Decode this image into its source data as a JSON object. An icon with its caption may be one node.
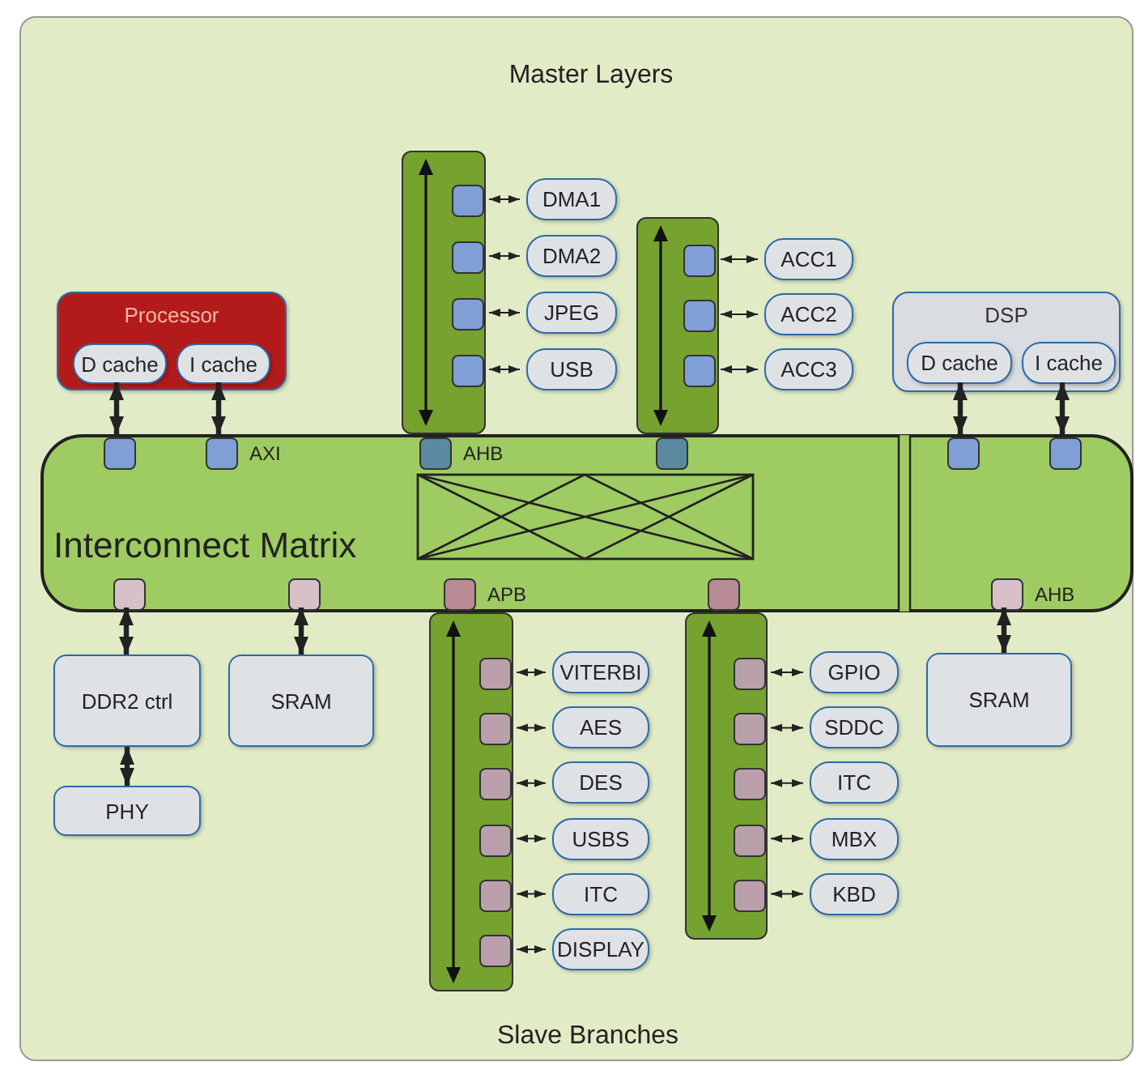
{
  "diagram": {
    "nodes": [
      {
        "text": [
          "Processor"
        ]
      },
      {
        "text": [
          "D cache"
        ],
        "in": 0
      },
      {
        "text": [
          "I cache"
        ],
        "in": 0
      },
      {
        "text": [
          "DSP"
        ]
      },
      {
        "text": [
          "D cache"
        ],
        "in": 3
      },
      {
        "text": [
          "I cache"
        ],
        "in": 3
      },
      {
        "text": [],
        "shape": "bar"
      },
      {
        "text": [],
        "shape": "box",
        "in": 6
      },
      {
        "text": [],
        "shape": "box",
        "in": 6
      },
      {
        "text": [],
        "shape": "box",
        "in": 6
      },
      {
        "text": [],
        "shape": "box",
        "in": 6
      },
      {
        "text": [
          "DMA1"
        ]
      },
      {
        "text": [
          "DMA2"
        ]
      },
      {
        "text": [
          "JPEG"
        ]
      },
      {
        "text": [
          "USB"
        ]
      },
      {
        "text": [],
        "shape": "bar"
      },
      {
        "text": [],
        "shape": "box",
        "in": 15
      },
      {
        "text": [],
        "shape": "box",
        "in": 15
      },
      {
        "text": [],
        "shape": "box",
        "in": 15
      },
      {
        "text": [
          "ACC1"
        ]
      },
      {
        "text": [
          "ACC2"
        ]
      },
      {
        "text": [
          "ACC3"
        ]
      },
      {
        "text": [
          "Interconnect Matrix"
        ]
      },
      {
        "text": [],
        "shape": "box",
        "in": 22
      },
      {
        "text": [],
        "shape": "box",
        "in": 22,
        "beside": [
          "AXI"
        ]
      },
      {
        "text": [],
        "shape": "box",
        "in": 22,
        "beside": [
          "AHB"
        ]
      },
      {
        "text": [],
        "shape": "box",
        "in": 22
      },
      {
        "text": [],
        "shape": "box",
        "in": 22
      },
      {
        "text": [],
        "shape": "box",
        "in": 22
      },
      {
        "text": [],
        "shape": "box",
        "in": 22
      },
      {
        "text": [],
        "shape": "box",
        "in": 22
      },
      {
        "text": [],
        "shape": "box",
        "in": 22,
        "beside": [
          "APB"
        ]
      },
      {
        "text": [],
        "shape": "box",
        "in": 22
      },
      {
        "text": [],
        "shape": "box",
        "in": 22,
        "beside": [
          "AHB"
        ]
      },
      {
        "text": [
          "DDR2 ctrl"
        ]
      },
      {
        "text": [
          "PHY"
        ]
      },
      {
        "text": [
          "SRAM"
        ]
      },
      {
        "text": [],
        "shape": "bar"
      },
      {
        "text": [],
        "shape": "box",
        "in": 37
      },
      {
        "text": [],
        "shape": "box",
        "in": 37
      },
      {
        "text": [],
        "shape": "box",
        "in": 37
      },
      {
        "text": [],
        "shape": "box",
        "in": 37
      },
      {
        "text": [],
        "shape": "box",
        "in": 37
      },
      {
        "text": [],
        "shape": "box",
        "in": 37
      },
      {
        "text": [
          "VITERBI"
        ]
      },
      {
        "text": [
          "AES"
        ]
      },
      {
        "text": [
          "DES"
        ]
      },
      {
        "text": [
          "USBS"
        ]
      },
      {
        "text": [
          "ITC"
        ]
      },
      {
        "text": [
          "DISPLAY"
        ]
      },
      {
        "text": [],
        "shape": "bar"
      },
      {
        "text": [],
        "shape": "box",
        "in": 50
      },
      {
        "text": [],
        "shape": "box",
        "in": 50
      },
      {
        "text": [],
        "shape": "box",
        "in": 50
      },
      {
        "text": [],
        "shape": "box",
        "in": 50
      },
      {
        "text": [],
        "shape": "box",
        "in": 50
      },
      {
        "text": [
          "GPIO"
        ]
      },
      {
        "text": [
          "SDDC"
        ]
      },
      {
        "text": [
          "ITC"
        ]
      },
      {
        "text": [
          "MBX"
        ]
      },
      {
        "text": [
          "KBD"
        ]
      },
      {
        "text": [
          "SRAM"
        ]
      }
    ],
    "edges": [
      {
        "from": 1,
        "to": 23,
        "arrow": "both",
        "style": "thick"
      },
      {
        "from": 2,
        "to": 24,
        "arrow": "both",
        "style": "thick"
      },
      {
        "from": 4,
        "to": 27,
        "arrow": "both",
        "style": "thick"
      },
      {
        "from": 5,
        "to": 28,
        "arrow": "both",
        "style": "thick"
      },
      {
        "from": 7,
        "to": 11,
        "arrow": "both"
      },
      {
        "from": 8,
        "to": 12,
        "arrow": "both"
      },
      {
        "from": 9,
        "to": 13,
        "arrow": "both"
      },
      {
        "from": 10,
        "to": 14,
        "arrow": "both"
      },
      {
        "from": 16,
        "to": 19,
        "arrow": "both"
      },
      {
        "from": 17,
        "to": 20,
        "arrow": "both"
      },
      {
        "from": 18,
        "to": 21,
        "arrow": "both"
      },
      {
        "from": 29,
        "to": 34,
        "arrow": "both",
        "style": "thick"
      },
      {
        "from": 34,
        "to": 35,
        "arrow": "both",
        "style": "thick"
      },
      {
        "from": 30,
        "to": 36,
        "arrow": "both",
        "style": "thick"
      },
      {
        "from": 33,
        "to": 61,
        "arrow": "both",
        "style": "thick"
      },
      {
        "from": 38,
        "to": 44,
        "arrow": "both"
      },
      {
        "from": 39,
        "to": 45,
        "arrow": "both"
      },
      {
        "from": 40,
        "to": 46,
        "arrow": "both"
      },
      {
        "from": 41,
        "to": 47,
        "arrow": "both"
      },
      {
        "from": 42,
        "to": 48,
        "arrow": "both"
      },
      {
        "from": 43,
        "to": 49,
        "arrow": "both"
      },
      {
        "from": 51,
        "to": 56,
        "arrow": "both"
      },
      {
        "from": 52,
        "to": 57,
        "arrow": "both"
      },
      {
        "from": 53,
        "to": 58,
        "arrow": "both"
      },
      {
        "from": 54,
        "to": 59,
        "arrow": "both"
      },
      {
        "from": 55,
        "to": 60,
        "arrow": "both"
      }
    ],
    "labels": [
      "Master Layers",
      "Slave Branches"
    ]
  }
}
